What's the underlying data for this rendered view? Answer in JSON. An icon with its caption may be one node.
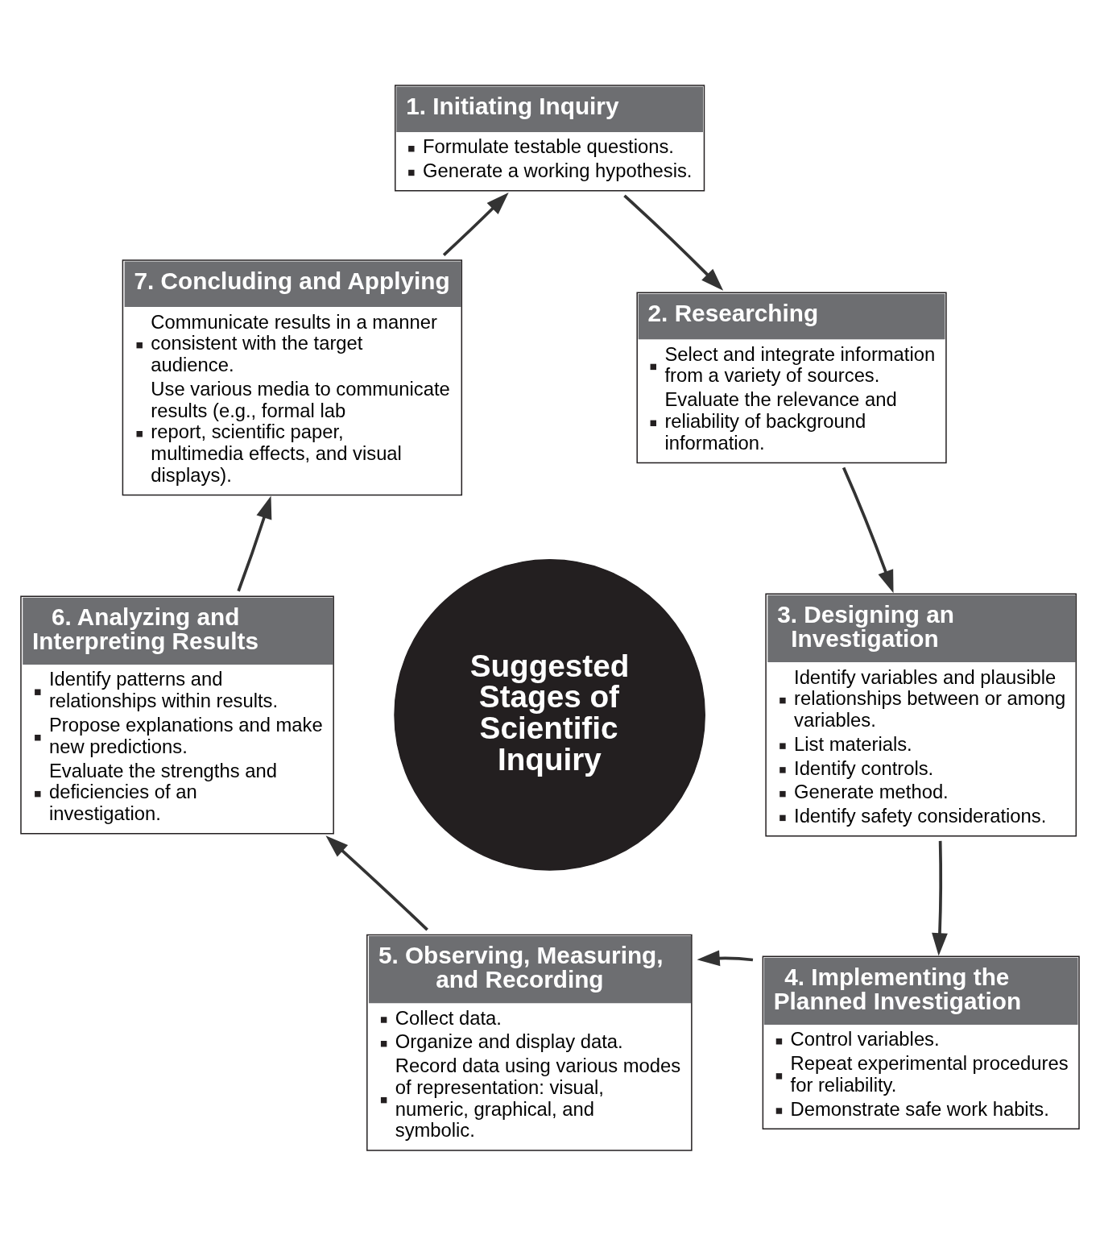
{
  "diagram": {
    "nodes": [
      {
        "text": [
          "1. Initiating Inquiry",
          "Formulate testable questions.",
          "Generate a working hypothesis."
        ]
      },
      {
        "text": [
          "2. Researching",
          "Select and integrate information from a variety of sources.",
          "Evaluate the relevance and reliability of background information."
        ]
      },
      {
        "text": [
          "3. Designing an Investigation",
          "Identify variables and plausible relationships between or among variables.",
          "List materials.",
          "Identify controls.",
          "Generate method.",
          "Identify safety considerations."
        ]
      },
      {
        "text": [
          "4. Implementing the Planned Investigation",
          "Control variables.",
          "Repeat experimental procedures for reliability.",
          "Demonstrate safe work habits."
        ]
      },
      {
        "text": [
          "5. Observing, Measuring, and Recording",
          "Collect data.",
          "Organize and display data.",
          "Record data using various modes of representation: visual, numeric, graphical, and symbolic."
        ]
      },
      {
        "text": [
          "6. Analyzing and Interpreting Results",
          "Identify patterns and relationships within results.",
          "Propose explanations and make new predictions.",
          "Evaluate the strengths and deficiencies of an investigation."
        ]
      },
      {
        "text": [
          "7. Concluding and Applying",
          "Communicate results in a manner consistent with the target audience.",
          "Use various media to communicate results (e.g., formal lab report, scientific paper, multimedia effects, and visual displays)."
        ]
      },
      {
        "text": [
          "Suggested Stages of Scientific Inquiry"
        ]
      }
    ],
    "edges": [
      {
        "from": 0,
        "to": 1,
        "arrow": "to"
      },
      {
        "from": 1,
        "to": 2,
        "arrow": "to"
      },
      {
        "from": 2,
        "to": 3,
        "arrow": "to"
      },
      {
        "from": 3,
        "to": 4,
        "arrow": "to"
      },
      {
        "from": 4,
        "to": 5,
        "arrow": "to"
      },
      {
        "from": 5,
        "to": 6,
        "arrow": "to"
      },
      {
        "from": 6,
        "to": 0,
        "arrow": "to"
      }
    ]
  }
}
